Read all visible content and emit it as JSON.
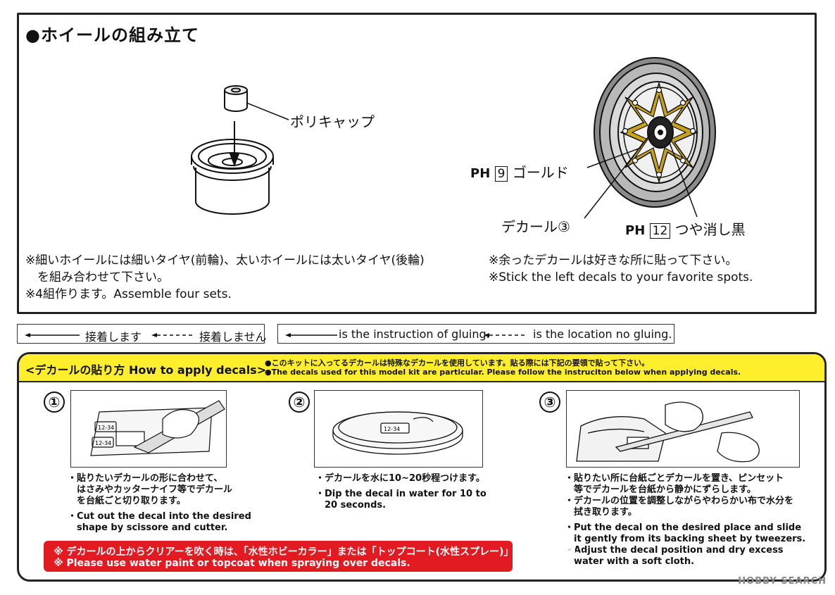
{
  "wheel_section": {
    "title": "●ホイールの組み立て",
    "polycap_label": "ポリキャップ",
    "gold": {
      "code": "PH",
      "num": "9",
      "label": "ゴールド"
    },
    "decal": {
      "label": "デカール③"
    },
    "gloss_black": {
      "code": "PH",
      "num": "12",
      "label": "つや消し黒"
    },
    "notes_left": [
      "※細いホイールには細いタイヤ(前輪)、太いホイールには太いタイヤ(後輪)",
      "　を組み合わせて下さい。",
      "※4組作ります。Assemble four sets."
    ],
    "notes_right": [
      "※余ったデカールは好きな所に貼って下さい。",
      "※Stick the left decals to your favorite spots."
    ]
  },
  "legend_jp": {
    "glue": "接着します",
    "no_glue": "接着しません"
  },
  "legend_en": {
    "glue": "is the instruction of gluing.",
    "no_glue": "is the location no gluing."
  },
  "decal_section": {
    "title": "<デカールの貼り方 How to apply decals>",
    "header_note_jp": "●このキットに入ってるデカールは特殊なデカールを使用しています。貼る際には下記の要領で貼って下さい。",
    "header_note_en": "●The decals used for this model kit are particular. Please follow the instruciton below when applying decals.",
    "decal_tag": "12-34",
    "steps": [
      {
        "num": "①",
        "lines": [
          "・貼りたいデカールの形に合わせて、",
          "　はさみやカッターナイフ等でデカール",
          "　を台紙ごと切り取ります。",
          "・Cut out the decal into the desired",
          "　shape by scissore and cutter."
        ]
      },
      {
        "num": "②",
        "lines": [
          "・デカールを水に10~20秒程つけます。",
          "・Dip the decal in water for 10 to",
          "　20 seconds."
        ]
      },
      {
        "num": "③",
        "lines": [
          "・貼りたい所に台紙ごとデカールを置き、ピンセット",
          "　等でデカールを台紙から静かにずらします。",
          "・デカールの位置を調整しながらやわらかい布で水分を",
          "　拭き取ります。",
          "・Put the decal on the desired place and slide",
          "　it gently from its backing sheet by tweezers.",
          "・Adjust the decal position and dry excess",
          "　water with a soft cloth."
        ]
      }
    ],
    "warning_jp": "※ デカールの上からクリアーを吹く時は、「水性ホビーカラー」または「トップコート(水性スプレー)」をご使用下さい。",
    "warning_en": "※ Please use water paint or topcoat when spraying over decals."
  },
  "watermark": "HOBBY SEARCH",
  "colors": {
    "gold": "#c9a21a",
    "yellow_header": "#ffee2b",
    "warning_red": "#e21b23"
  }
}
